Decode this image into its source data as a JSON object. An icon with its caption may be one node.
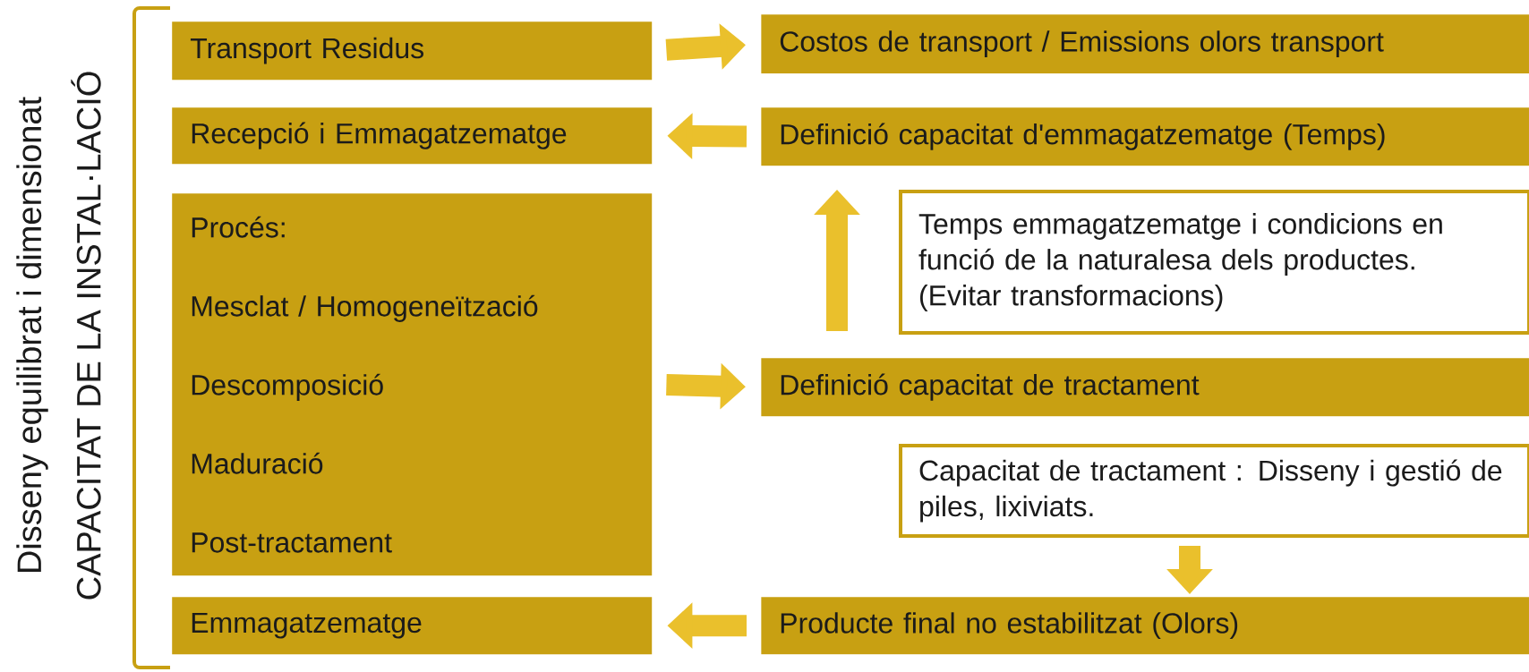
{
  "diagram": {
    "nodes": [
      {
        "text": [
          "Transport Residus"
        ]
      },
      {
        "text": [
          "Costos de transport / Emissions olors transport"
        ]
      },
      {
        "text": [
          "Recepció i Emmagatzematge"
        ]
      },
      {
        "text": [
          "Definició capacitat d'emmagatzematge (Temps)"
        ]
      },
      {
        "text": [
          "Procés:",
          "Mesclat / Homogeneïtzació",
          "Descomposició",
          "Maduració",
          "Post-tractament"
        ]
      },
      {
        "text": [
          "Temps emmagatzematge i condicions en funció de la naturalesa dels productes. (Evitar transformacions)"
        ]
      },
      {
        "text": [
          "Definició capacitat de tractament"
        ]
      },
      {
        "text": [
          "Capacitat de tractament : Disseny i gestió de piles, lixiviats."
        ]
      },
      {
        "text": [
          "Emmagatzematge"
        ]
      },
      {
        "text": [
          "Producte final no estabilitzat (Olors)"
        ]
      }
    ],
    "edges": [
      {
        "from": 0,
        "to": 1,
        "arrow": "to"
      },
      {
        "from": 3,
        "to": 2,
        "arrow": "to"
      },
      {
        "from": 6,
        "to": 3,
        "arrow": "to"
      },
      {
        "from": 4,
        "to": 6,
        "arrow": "to"
      },
      {
        "from": 7,
        "to": 9,
        "arrow": "to"
      },
      {
        "from": 9,
        "to": 8,
        "arrow": "to"
      }
    ],
    "labels": [
      "Disseny equilibrat i dimensionat",
      "CAPACITAT DE LA INSTAL·LACIÓ"
    ]
  }
}
